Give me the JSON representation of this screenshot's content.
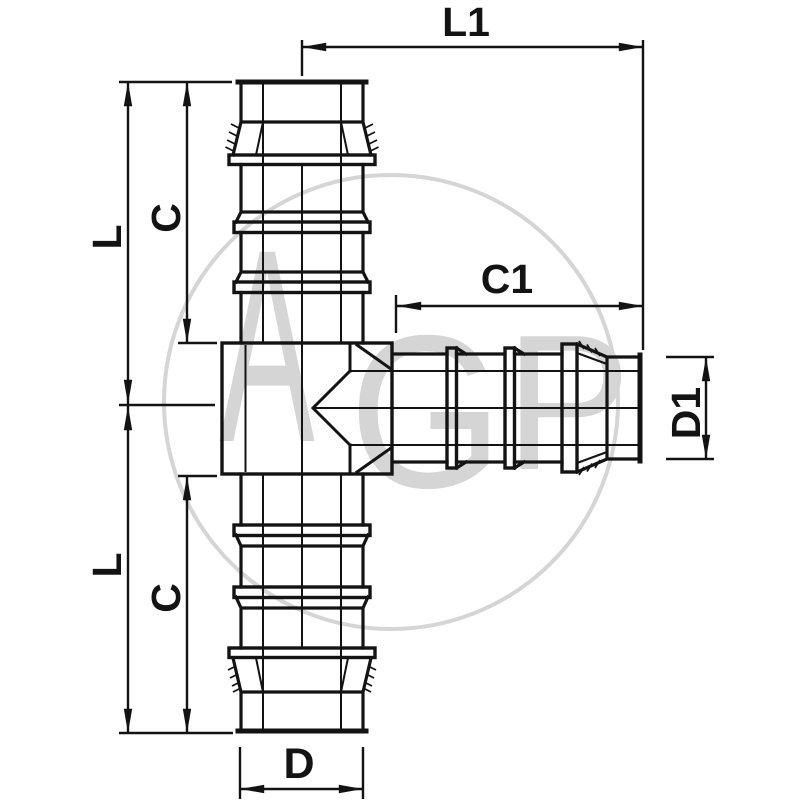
{
  "dimensions": {
    "l1": "L1",
    "c1": "C1",
    "d1": "D1",
    "l_top": "L",
    "c_top": "C",
    "l_bottom": "L",
    "c_bottom": "C",
    "d": "D"
  },
  "watermark": {
    "letters": [
      "A",
      "G",
      "P"
    ]
  },
  "colors": {
    "line": "#131313",
    "background": "#ffffff",
    "watermark": "#d5d5d5"
  }
}
